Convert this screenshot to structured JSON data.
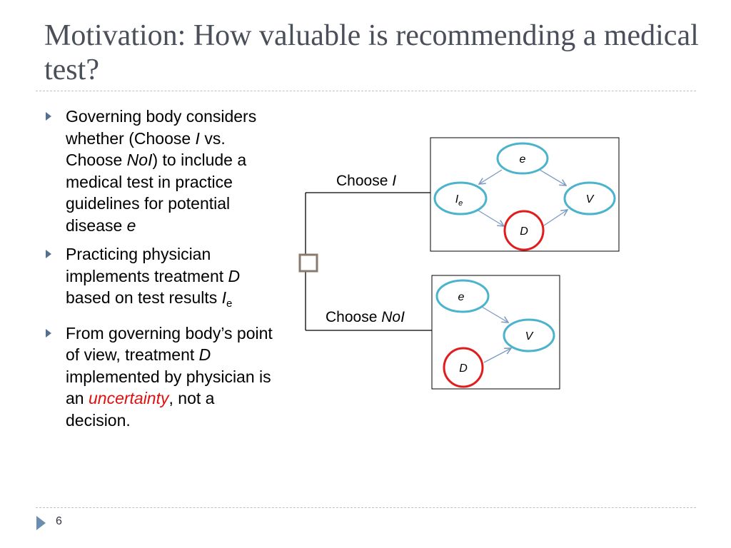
{
  "slide": {
    "title": "Motivation: How valuable is recommending a medical test?",
    "page_number": "6"
  },
  "bullets": [
    {
      "parts": [
        {
          "t": "Governing body considers whether (Choose "
        },
        {
          "t": "I",
          "s": "em"
        },
        {
          "t": " vs. Choose "
        },
        {
          "t": "NoI",
          "s": "em"
        },
        {
          "t": ") to include a medical test in practice guidelines for potential disease "
        },
        {
          "t": "e",
          "s": "em"
        }
      ]
    },
    {
      "parts": [
        {
          "t": "Practicing physician implements treatment "
        },
        {
          "t": "D",
          "s": "em"
        },
        {
          "t": " based on test results "
        },
        {
          "t": "I",
          "s": "em"
        },
        {
          "t": "e",
          "s": "sub"
        }
      ]
    },
    {
      "parts": [
        {
          "t": "From governing body’s point of view, treatment "
        },
        {
          "t": "D",
          "s": "em"
        },
        {
          "t": " implemented by physician is an "
        },
        {
          "t": "uncertainty",
          "s": "red"
        },
        {
          "t": ", not a decision."
        }
      ]
    }
  ],
  "tree": {
    "choose_i_prefix": "Choose ",
    "choose_i_var": "I",
    "choose_noi_prefix": "Choose ",
    "choose_noi_var": "NoI"
  },
  "network_i": {
    "node_e": "e",
    "node_ie_main": "I",
    "node_ie_sub": "e",
    "node_v": "V",
    "node_d": "D"
  },
  "network_noi": {
    "node_e": "e",
    "node_v": "V",
    "node_d": "D"
  },
  "colors": {
    "chance_node": "#4bb3cc",
    "treatment_node": "#e01c1c",
    "arrow": "#7c9ac2",
    "bullet": "#55708c",
    "uncertainty_text": "#e01010"
  }
}
